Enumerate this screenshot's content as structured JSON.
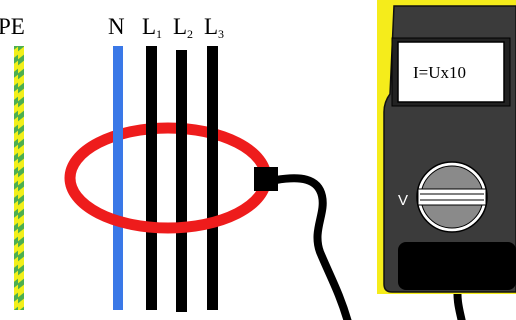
{
  "labels": {
    "pe": "PE",
    "n": "N",
    "l1": "L",
    "l1_sub": "1",
    "l2": "L",
    "l2_sub": "2",
    "l3": "L",
    "l3_sub": "3"
  },
  "meter": {
    "display_text": "I=Ux10",
    "range_label": "V"
  },
  "colors": {
    "clamp_ring": "#ee1c1c",
    "neutral": "#3a78e7",
    "phase": "#000000",
    "pe_green": "#4caf50",
    "pe_yellow": "#f2ef1a",
    "meter_border": "#f5ec1b",
    "meter_body": "#3b3b3b",
    "cable": "#000000"
  }
}
